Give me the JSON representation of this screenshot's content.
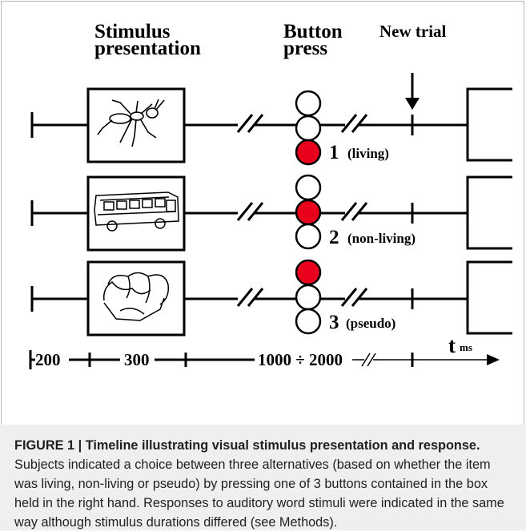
{
  "header": {
    "stimulus_line1": "Stimulus",
    "stimulus_line2": "presentation",
    "button_line1": "Button",
    "button_line2": "press",
    "new_trial": "New trial"
  },
  "rows": [
    {
      "label_number": "1",
      "label_text": "(living)",
      "image": "ant-drawing",
      "pressed_button": 3
    },
    {
      "label_number": "2",
      "label_text": "(non-living)",
      "image": "bus-drawing",
      "pressed_button": 2
    },
    {
      "label_number": "3",
      "label_text": "(pseudo)",
      "image": "pseudo-object-drawing",
      "pressed_button": 1
    }
  ],
  "timeline": {
    "seg1": "200",
    "seg2": "300",
    "seg3": "1000 ÷ 2000",
    "axis_label": "t",
    "axis_unit": "ms"
  },
  "caption": {
    "title": "FIGURE 1 | Timeline illustrating visual stimulus presentation and response.",
    "body": "Subjects indicated a choice between three alternatives (based on whether the item was living, non-living or pseudo) by pressing one of 3 buttons contained in the box held in the right hand. Responses to auditory word stimuli were indicated in the same way although stimulus durations differed (see Methods)."
  },
  "colors": {
    "pressed_button": "#e8001c",
    "caption_background": "#efeff0"
  }
}
